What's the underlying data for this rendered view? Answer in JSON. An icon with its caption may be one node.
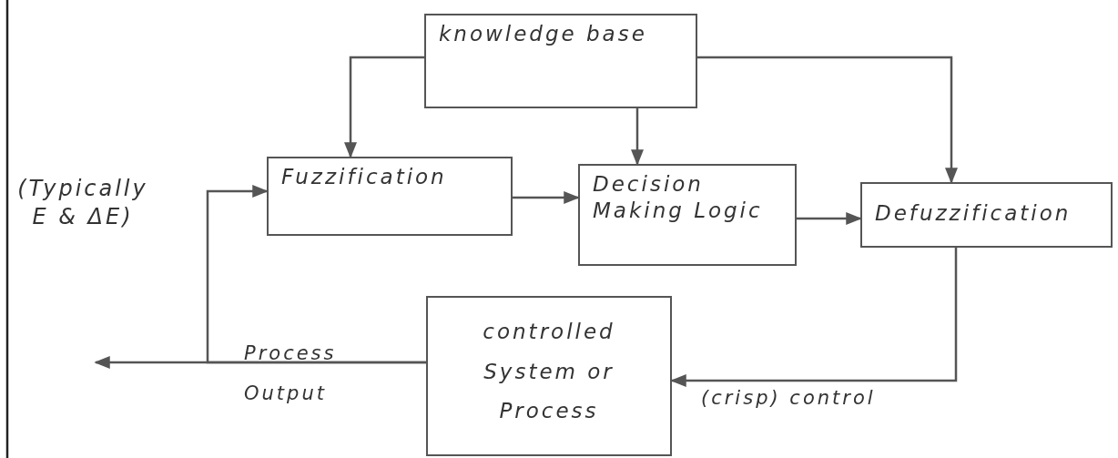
{
  "diagram": {
    "nodes": [
      {
        "text": [
          "knowledge base"
        ]
      },
      {
        "text": [
          "Fuzzification"
        ]
      },
      {
        "text": [
          "Decision Making Logic"
        ]
      },
      {
        "text": [
          "Defuzzification"
        ]
      },
      {
        "text": [
          "controlled System or Process"
        ]
      }
    ],
    "edges": [
      {
        "from": 0,
        "to": 1,
        "arrow": "to"
      },
      {
        "from": 0,
        "to": 2,
        "arrow": "to"
      },
      {
        "from": 0,
        "to": 3,
        "arrow": "to"
      },
      {
        "from": 1,
        "to": 2,
        "arrow": "to"
      },
      {
        "from": 2,
        "to": 3,
        "arrow": "to"
      },
      {
        "from": 3,
        "to": 4,
        "arrow": "to",
        "label": "(crisp) control"
      },
      {
        "from": 4,
        "to": null,
        "arrow": "to",
        "label": "Process Output"
      },
      {
        "from": 4,
        "to": 1,
        "arrow": "to"
      }
    ],
    "labels": [
      "(Typically E & ΔE)"
    ]
  }
}
